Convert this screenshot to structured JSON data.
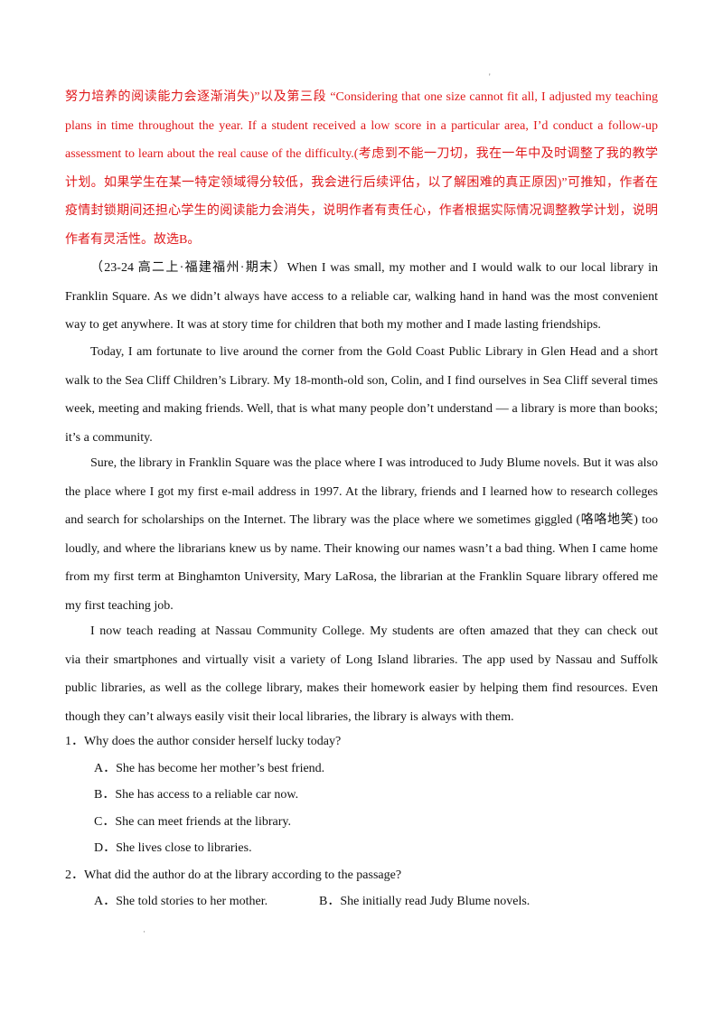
{
  "marks": {
    "top": "'",
    "bottom": "·"
  },
  "explanation_lines": [
    "努力培养的阅读能力会逐渐消失)”以及第三段 “Considering that one size cannot fit all, I adjusted my teaching",
    "plans in time throughout the year. If a student received a low score in a particular area, I’d conduct a follow-up",
    "assessment to learn about the real cause of the difficulty.(考虑到不能一刀切，我在一年中及时调整了我的教学",
    "计划。如果学生在某一特定领域得分较低，我会进行后续评估，以了解困难的真正原因)”可推知，作者在",
    "疫情封锁期间还担心学生的阅读能力会消失，说明作者有责任心，作者根据实际情况调整教学计划，说明",
    "作者有灵活性。故选B。"
  ],
  "passage": {
    "p1": [
      "（23-24 高二上·福建福州·期末）When I was small, my mother and I would walk to our local library in",
      "Franklin Square. As we didn’t always have access to a reliable car, walking hand in hand was the most convenient",
      "way to get anywhere. It was at story time for children that both my mother and I made lasting friendships."
    ],
    "p2": [
      "Today, I am fortunate to live around the corner from the Gold Coast Public Library in Glen Head and a short",
      "walk to the Sea Cliff Children’s Library. My 18-month-old son, Colin, and I find ourselves in Sea Cliff several times a",
      "week, meeting and making friends. Well, that is what many people don’t understand — a library is more than books;",
      "it’s a community."
    ],
    "p3": [
      "Sure, the library in Franklin Square was the place where I was introduced to Judy Blume novels. But it was also",
      "the place where I got my first e-mail address in 1997. At the library, friends and I learned how to research colleges",
      "and search for scholarships on the Internet. The library was the place where we sometimes giggled (咯咯地笑) too",
      "loudly, and where the librarians knew us by name. Their knowing our names wasn’t a bad thing. When I came home",
      "from my first term at Binghamton University, Mary LaRosa, the librarian at the Franklin Square library offered me",
      "my first teaching job."
    ],
    "p4": [
      "I now teach reading at Nassau Community College. My students are often amazed that they can check out books",
      "via their smartphones and virtually visit a variety of Long Island libraries. The app used by Nassau and Suffolk county",
      "public libraries, as well as the college library, makes their homework easier by helping them find resources. Even",
      "though they can’t always easily visit their local libraries, the library is always with them."
    ]
  },
  "questions": [
    {
      "stem": "1．Why does the author consider herself lucky today?",
      "options": [
        "A．She has become her mother’s best friend.",
        "B．She has access to a reliable car now.",
        "C．She can meet friends at the library.",
        "D．She lives close to libraries."
      ]
    },
    {
      "stem": "2．What did the author do at the library according to the passage?",
      "options": [
        "A．She told stories to her mother.",
        "B．She initially read Judy Blume novels."
      ]
    }
  ]
}
